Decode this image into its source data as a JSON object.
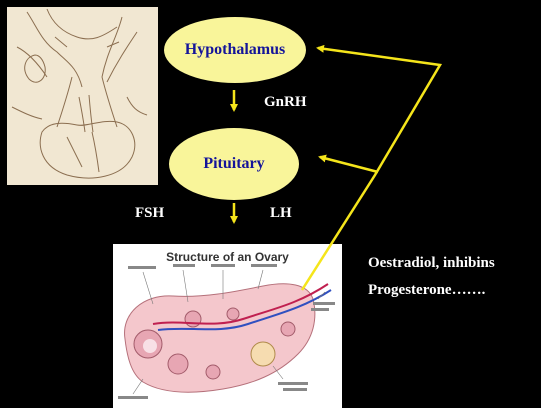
{
  "nodes": {
    "hypothalamus": "Hypothalamus",
    "pituitary": "Pituitary"
  },
  "labels": {
    "gnrh": "GnRH",
    "fsh": "FSH",
    "lh": "LH",
    "feedback_line1": "Oestradiol, inhibins",
    "feedback_line2": "Progesterone……."
  },
  "ovary_figure": {
    "title": "Structure of an Ovary"
  },
  "colors": {
    "background": "#000000",
    "node_fill": "#f9f59a",
    "node_text": "#14149a",
    "arrow": "#f5e51b",
    "label_text": "#ffffff"
  }
}
